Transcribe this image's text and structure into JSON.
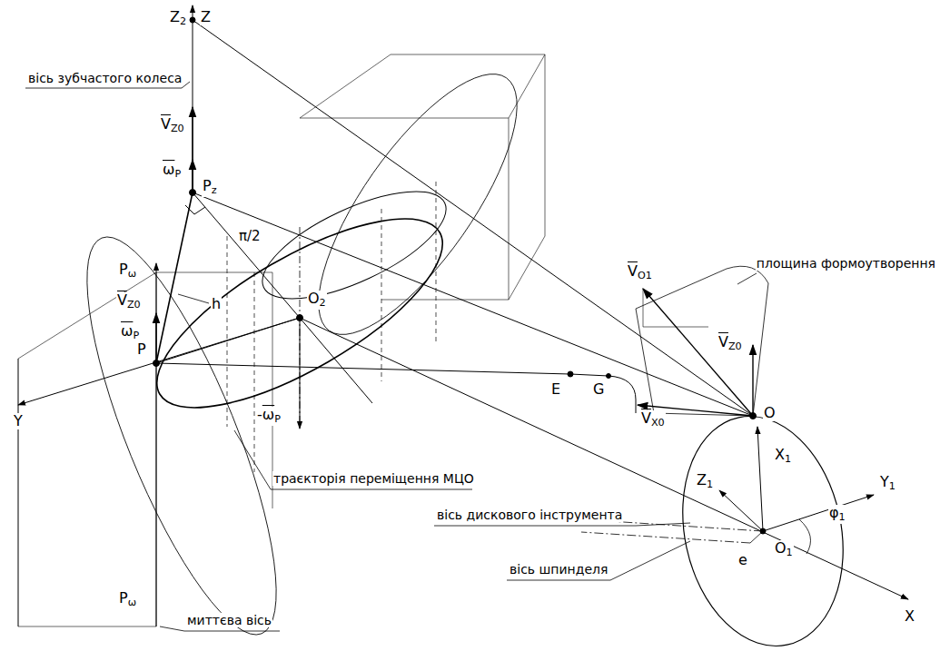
{
  "diagram": {
    "labels": [
      "Z2",
      "Z",
      "вісь зубчастого колеса",
      "VZ0",
      "ωP",
      "Pz",
      "π/2",
      "Pω",
      "h",
      "VO1",
      "площина формоутворення",
      "VZ0",
      "ωP",
      "VZ0",
      "O2",
      "E",
      "G",
      "VX0",
      "O",
      "P",
      "-ωP",
      "X1",
      "Y1",
      "Z1",
      "φ1",
      "траєкторія переміщення МЦО",
      "Y",
      "вісь дискового інструмента",
      "O1",
      "e",
      "X",
      "вісь шпинделя",
      "Pω",
      "миттєва вісь"
    ]
  }
}
